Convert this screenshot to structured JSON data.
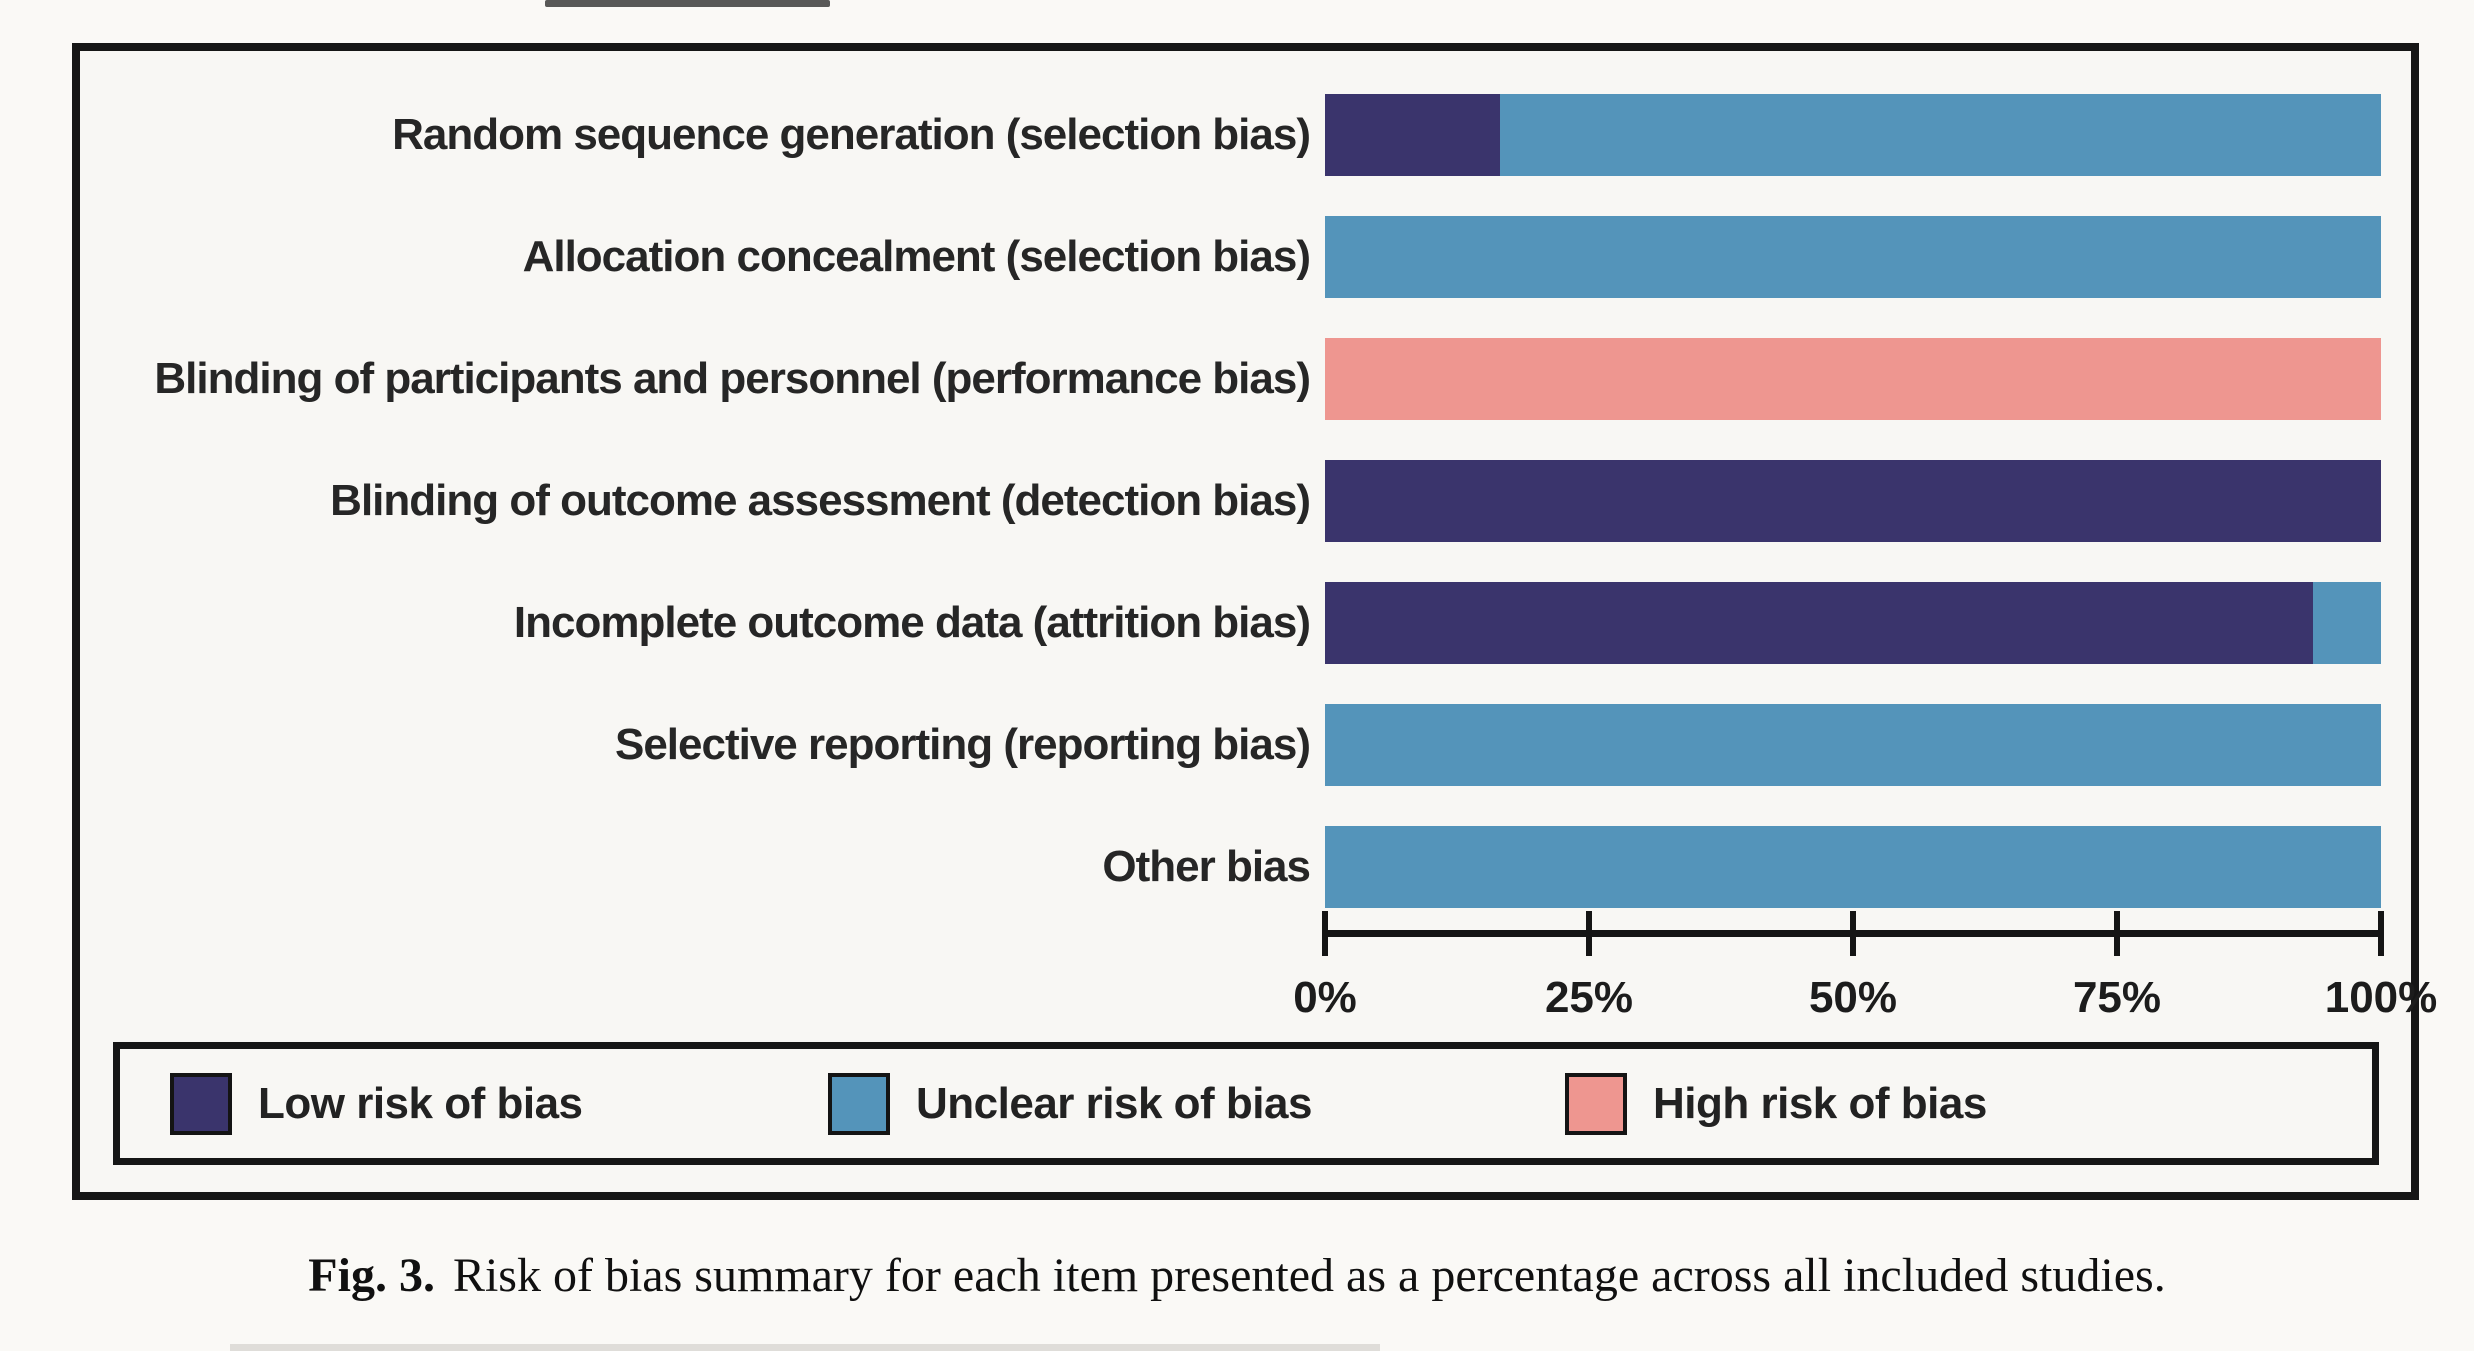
{
  "figure": {
    "caption_label": "Fig. 3.",
    "caption_text": "Risk of bias summary for each item presented as a percentage across all included studies."
  },
  "chart_data": {
    "type": "bar",
    "orientation": "horizontal-stacked",
    "title": "",
    "xlabel": "",
    "ylabel": "",
    "xlim": [
      0,
      100
    ],
    "x_ticks": [
      "0%",
      "25%",
      "50%",
      "75%",
      "100%"
    ],
    "grid": false,
    "legend_position": "bottom",
    "categories": [
      "Random sequence generation (selection bias)",
      "Allocation concealment (selection bias)",
      "Blinding of participants and personnel (performance bias)",
      "Blinding of outcome assessment (detection bias)",
      "Incomplete outcome data (attrition bias)",
      "Selective reporting (reporting bias)",
      "Other bias"
    ],
    "series": [
      {
        "name": "Low risk of bias",
        "color": "#3a346c",
        "values": [
          16.6,
          0,
          0,
          100,
          93.6,
          0,
          0
        ]
      },
      {
        "name": "Unclear risk of bias",
        "color": "#5494ba",
        "values": [
          83.4,
          100,
          0,
          0,
          6.4,
          100,
          100
        ]
      },
      {
        "name": "High risk of bias",
        "color": "#ee9690",
        "values": [
          0,
          0,
          100,
          0,
          0,
          0,
          0
        ]
      }
    ]
  }
}
